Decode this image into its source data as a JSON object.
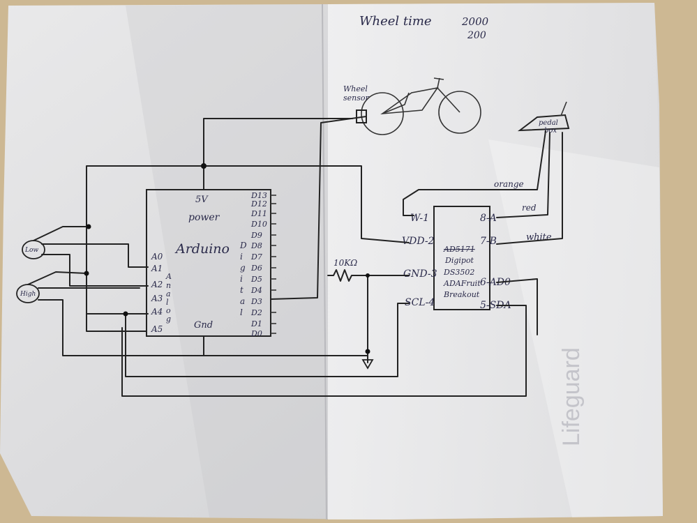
{
  "notes": {
    "wheel_time": "Wheel time",
    "value_a": "2000",
    "value_b": "200"
  },
  "labels": {
    "wheel_sensor_1": "Wheel",
    "wheel_sensor_2": "sensor",
    "pedal_box_1": "pedal",
    "pedal_box_2": "box"
  },
  "arduino": {
    "name": "Arduino",
    "pin_5v": "5V",
    "power": "power",
    "gnd": "Gnd",
    "analog": [
      "A0",
      "A1",
      "A2",
      "A3",
      "A4",
      "A5"
    ],
    "analog_word": [
      "A",
      "n",
      "a",
      "l",
      "o",
      "g"
    ],
    "digital_word": [
      "D",
      "i",
      "g",
      "i",
      "t",
      "a",
      "l"
    ],
    "digital": [
      "D13",
      "D12",
      "D11",
      "D10",
      "D9",
      "D8",
      "D7",
      "D6",
      "D5",
      "D4",
      "D3",
      "D2",
      "D1",
      "D0"
    ]
  },
  "chip": {
    "left": [
      "W-1",
      "VDD-2",
      "GND-3",
      "SCL-4"
    ],
    "right": [
      "8-A",
      "7-B",
      "6-AD0",
      "5-SDA"
    ],
    "body": [
      "AD5171",
      "Digipot",
      "DS3502",
      "ADAFruit",
      "Breakout"
    ]
  },
  "wires": {
    "orange": "orange",
    "red": "red",
    "white": "white"
  },
  "resistor": {
    "value": "10KΩ"
  },
  "switches": {
    "low": "Low",
    "high": "High"
  },
  "watermark": "Lifeguard"
}
